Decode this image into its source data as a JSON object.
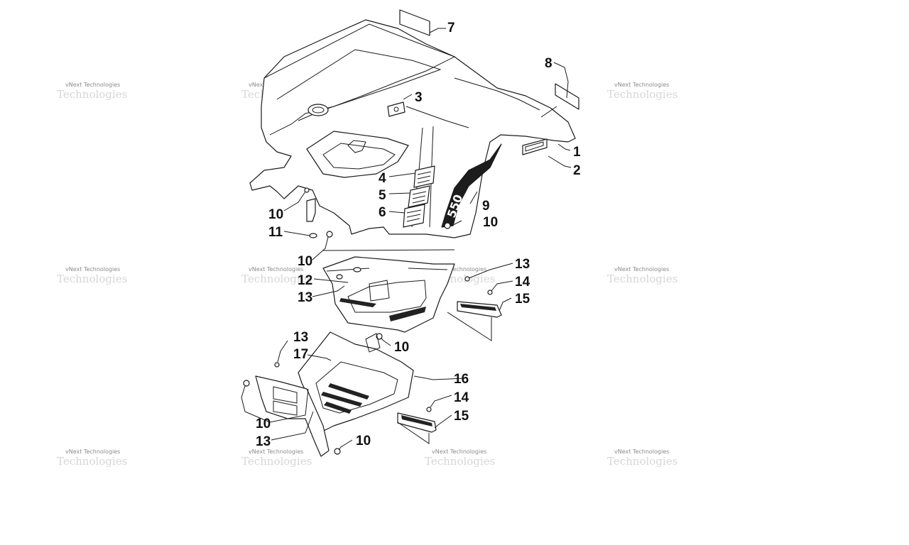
{
  "diagram": {
    "callouts": [
      {
        "id": "c7",
        "text": "7"
      },
      {
        "id": "c8",
        "text": "8"
      },
      {
        "id": "c3",
        "text": "3"
      },
      {
        "id": "c1",
        "text": "1"
      },
      {
        "id": "c2",
        "text": "2"
      },
      {
        "id": "c4",
        "text": "4"
      },
      {
        "id": "c5",
        "text": "5"
      },
      {
        "id": "c6",
        "text": "6"
      },
      {
        "id": "c9",
        "text": "9"
      },
      {
        "id": "c10a",
        "text": "10"
      },
      {
        "id": "c10b",
        "text": "10"
      },
      {
        "id": "c11",
        "text": "11"
      },
      {
        "id": "c10c",
        "text": "10"
      },
      {
        "id": "c12",
        "text": "12"
      },
      {
        "id": "c13a",
        "text": "13"
      },
      {
        "id": "c13b",
        "text": "13"
      },
      {
        "id": "c14a",
        "text": "14"
      },
      {
        "id": "c15a",
        "text": "15"
      },
      {
        "id": "c13c",
        "text": "13"
      },
      {
        "id": "c17",
        "text": "17"
      },
      {
        "id": "c10d",
        "text": "10"
      },
      {
        "id": "c16",
        "text": "16"
      },
      {
        "id": "c14b",
        "text": "14"
      },
      {
        "id": "c15b",
        "text": "15"
      },
      {
        "id": "c10e",
        "text": "10"
      },
      {
        "id": "c13d",
        "text": "13"
      },
      {
        "id": "c10f",
        "text": "10"
      }
    ],
    "decal_text": "550",
    "watermark": {
      "text": "vNext Technologies",
      "ghost": "Technologies"
    }
  }
}
